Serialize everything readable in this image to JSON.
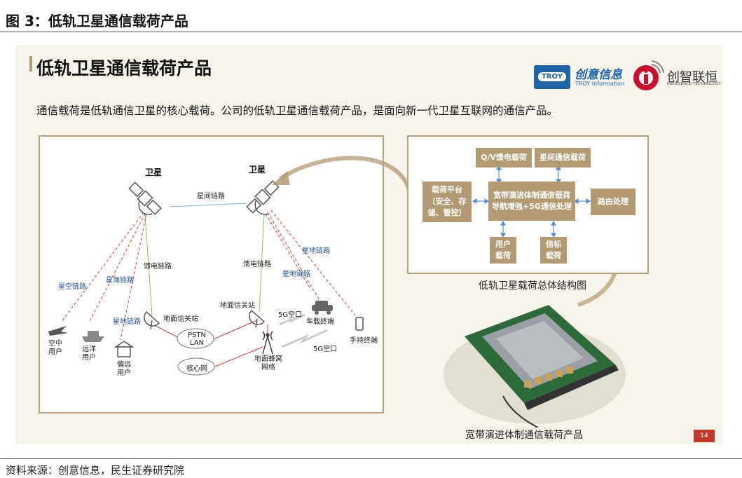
{
  "figure_title": "图 3：低轨卫星通信载荷产品",
  "slide": {
    "title": "低轨卫星通信载荷产品",
    "intro": "通信载荷是低轨通信卫星的核心载荷。公司的低轨卫星通信载荷产品，是面向新一代卫星互联网的通信产品。",
    "page_number": "14"
  },
  "logos": {
    "troy_badge": "TROY",
    "troy_cn": "创意信息",
    "troy_en": "TROY Information",
    "innogence_cn": "创智联恒",
    "innogence_en": "INNOGENCE TECHNOLOGY"
  },
  "network_diagram": {
    "satellite_left": "卫星",
    "satellite_right": "卫星",
    "inter_sat_link": "星间链路",
    "feeder_link_left": "馈电链路",
    "feeder_link_right": "馈电链路",
    "sat_air_link": "星空链路",
    "sat_sea_link": "星海链路",
    "sat_ground_link_left": "星地链路",
    "sat_ground_link_right_top": "星地链路",
    "sat_ground_link_right_mid": "星地链路",
    "ground_station_left": "地面信关站",
    "ground_station_right": "地面信关站",
    "pstn_lan_line1": "PSTN",
    "pstn_lan_line2": "LAN",
    "core_network": "核心网",
    "cellular_line1": "地面蜂窝",
    "cellular_line2": "网络",
    "air_5g_top": "5G空口",
    "air_5g_bottom": "5G空口",
    "vehicle_terminal": "车载终端",
    "handheld_terminal": "手持终端",
    "air_user_line1": "空中",
    "air_user_line2": "用户",
    "ocean_user_line1": "远洋",
    "ocean_user_line2": "用户",
    "remote_user_line1": "偏远",
    "remote_user_line2": "用户"
  },
  "architecture": {
    "qv_feeder_payload": "Q/V馈电载荷",
    "inter_sat_payload": "星间通信载荷",
    "platform_line1": "载荷平台",
    "platform_line2": "（安全、存",
    "platform_line3": "储、管控）",
    "core_line1": "宽带演进体制通信载荷",
    "core_line2": "导航增强+5G通信处理",
    "routing": "路由处理",
    "user_payload_line1": "用户",
    "user_payload_line2": "载荷",
    "beacon_payload_line1": "信标",
    "beacon_payload_line2": "载荷",
    "caption": "低轨卫星载荷总体结构图"
  },
  "product": {
    "caption": "宽带演进体制通信载荷产品"
  },
  "source": "资料来源：创意信息，民生证券研究院",
  "colors": {
    "block_fill": "#b39a72",
    "panel_border": "#b7a27c",
    "link_red": "#d0413a",
    "link_green": "#8fbf5a",
    "link_blue": "#7fb0d8",
    "label_blue": "#1f4e9a"
  }
}
